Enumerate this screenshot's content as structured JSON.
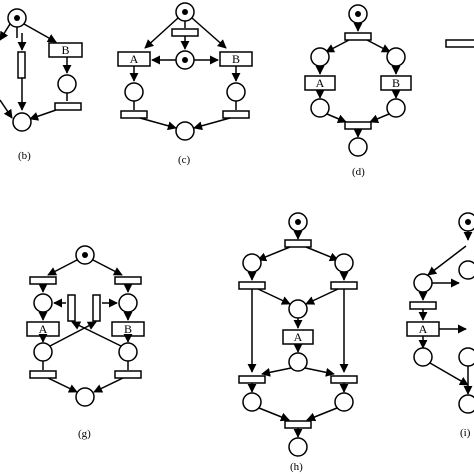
{
  "nets": [
    {
      "caption": "(b)",
      "transitions": [
        {
          "name": "B",
          "kind": "labeled"
        }
      ]
    },
    {
      "caption": "(c)",
      "transitions": [
        {
          "name": "A",
          "kind": "labeled"
        },
        {
          "name": "B",
          "kind": "labeled"
        }
      ]
    },
    {
      "caption": "(d)",
      "transitions": [
        {
          "name": "A",
          "kind": "labeled"
        },
        {
          "name": "B",
          "kind": "labeled"
        }
      ]
    },
    {
      "caption": "(g)",
      "transitions": [
        {
          "name": "A",
          "kind": "labeled"
        },
        {
          "name": "B",
          "kind": "labeled"
        }
      ]
    },
    {
      "caption": "(h)",
      "transitions": [
        {
          "name": "A",
          "kind": "labeled"
        }
      ]
    },
    {
      "caption": "(i)",
      "transitions": [
        {
          "name": "A",
          "kind": "labeled"
        }
      ]
    }
  ]
}
